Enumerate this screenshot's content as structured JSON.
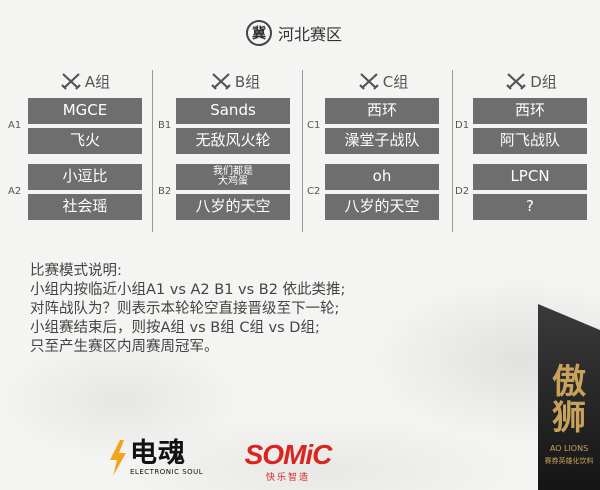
{
  "header": {
    "badge_char": "冀",
    "title": "河北赛区"
  },
  "groups": [
    {
      "title": "A组",
      "seeds": [
        "A1",
        "A2"
      ],
      "matches": [
        [
          "MGCE",
          "飞火"
        ],
        [
          "小逗比",
          "社会瑶"
        ]
      ]
    },
    {
      "title": "B组",
      "seeds": [
        "B1",
        "B2"
      ],
      "matches": [
        [
          "Sands",
          "无敌风火轮"
        ],
        [
          "我们都是大鸡蛋",
          "八岁的天空"
        ]
      ]
    },
    {
      "title": "C组",
      "seeds": [
        "C1",
        "C2"
      ],
      "matches": [
        [
          "西环",
          "澡堂子战队"
        ],
        [
          "oh",
          "八岁的天空"
        ]
      ]
    },
    {
      "title": "D组",
      "seeds": [
        "D1",
        "D2"
      ],
      "matches": [
        [
          "西环",
          "阿飞战队"
        ],
        [
          "LPCN",
          "?"
        ]
      ]
    }
  ],
  "small_cell_lines": [
    "我们都是",
    "大鸡蛋"
  ],
  "rules": [
    "比赛模式说明:",
    "小组内按临近小组A1 vs A2 B1 vs B2 依此类推;",
    "对阵战队为？则表示本轮轮空直接晋级至下一轮;",
    "小组赛结束后，则按A组 vs B组 C组 vs D组;",
    "只至产生赛区内周赛周冠军。"
  ],
  "sponsors": {
    "dianhun_cn": "电魂",
    "dianhun_en": "ELECTRONIC SOUL",
    "somic_en": "SOMiC",
    "somic_cn": "快乐智造"
  },
  "corner_logo": {
    "c1": "傲",
    "c2": "狮",
    "en": "AO LIONS",
    "sub": "赛券英雄化饮料"
  },
  "colors": {
    "cell_bg": "#6e6e6e",
    "somic_red": "#d9241f",
    "aoshi_gold": "#c8a25a"
  }
}
